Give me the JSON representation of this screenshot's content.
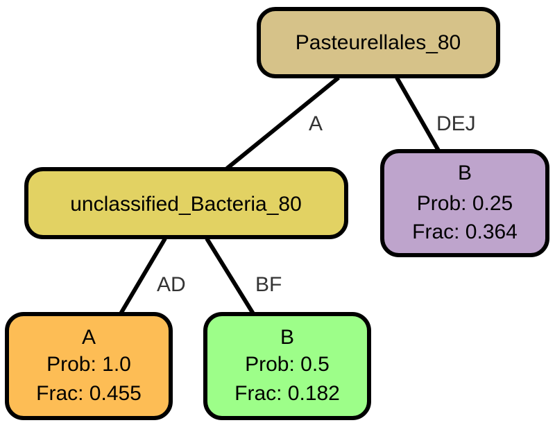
{
  "nodes": {
    "root": {
      "label": "Pasteurellales_80",
      "color": "#d6c289"
    },
    "unclassified": {
      "label": "unclassified_Bacteria_80",
      "color": "#e2d263"
    },
    "b_right": {
      "name": "B",
      "prob": "Prob: 0.25",
      "frac": "Frac: 0.364",
      "color": "#bea4cc"
    },
    "a_leaf": {
      "name": "A",
      "prob": "Prob: 1.0",
      "frac": "Frac: 0.455",
      "color": "#fdbd55"
    },
    "b_leaf": {
      "name": "B",
      "prob": "Prob: 0.5",
      "frac": "Frac: 0.182",
      "color": "#9dfe89"
    }
  },
  "edges": {
    "root_to_unclassified": "A",
    "root_to_b": "DEJ",
    "unclassified_to_a": "AD",
    "unclassified_to_b": "BF"
  }
}
